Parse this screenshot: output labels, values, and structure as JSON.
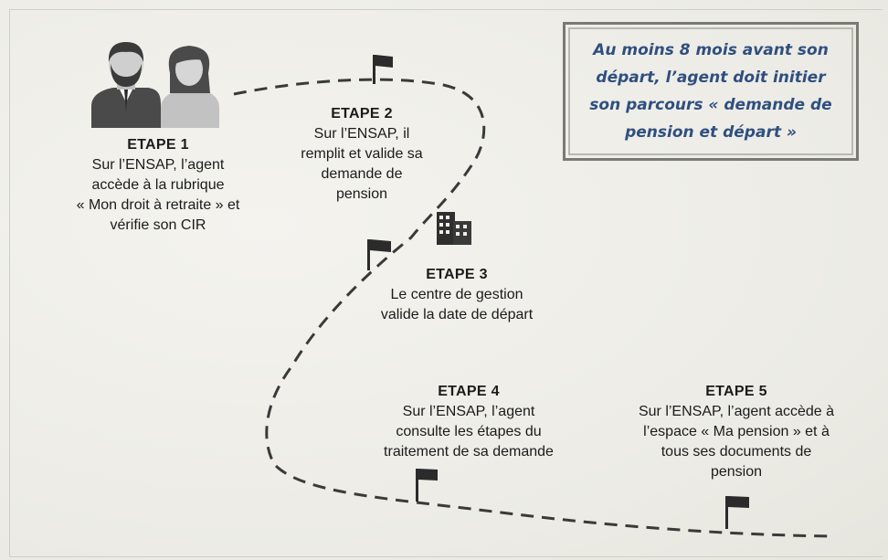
{
  "note": {
    "text": "Au moins 8 mois avant son départ, l’agent doit initier son parcours « demande de pension et départ »"
  },
  "steps": [
    {
      "title": "ETAPE 1",
      "lines": [
        "Sur l’ENSAP, l’agent",
        "accède à la rubrique",
        "« Mon droit à retraite » et",
        "vérifie son CIR"
      ]
    },
    {
      "title": "ETAPE 2",
      "lines": [
        "Sur l’ENSAP, il",
        "remplit et valide sa",
        "demande de",
        "pension"
      ]
    },
    {
      "title": "ETAPE 3",
      "lines": [
        "Le centre de gestion",
        "valide la date de départ"
      ]
    },
    {
      "title": "ETAPE 4",
      "lines": [
        "Sur l’ENSAP, l’agent",
        "consulte les étapes du",
        "traitement de sa demande"
      ]
    },
    {
      "title": "ETAPE 5",
      "lines": [
        "Sur l’ENSAP, l’agent accède à",
        "l’espace « Ma pension » et à",
        "tous ses documents de",
        "pension"
      ]
    }
  ],
  "icons": {
    "people": "people-icon",
    "building": "building-icon",
    "flag": "flag-icon"
  },
  "colors": {
    "path": "#3a3a3a",
    "note_text": "#2f4f7f",
    "note_border": "#7a7a74",
    "person_dark": "#4a4a4a",
    "person_light": "#bdbdbd"
  }
}
